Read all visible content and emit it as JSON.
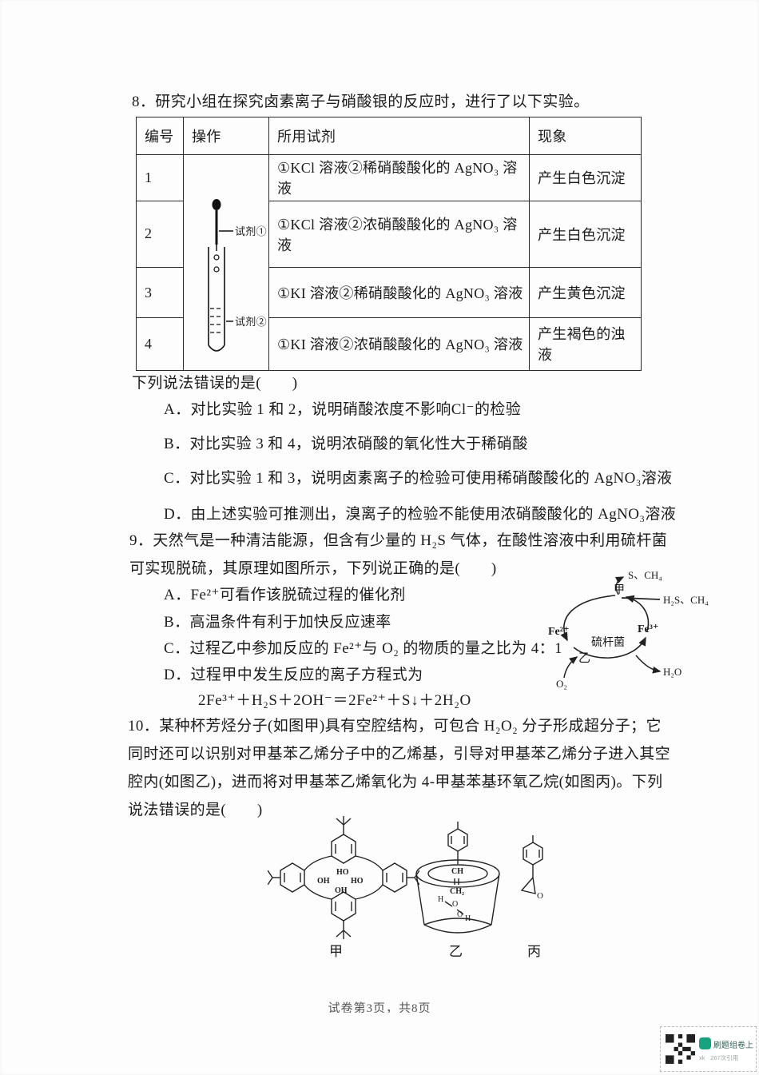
{
  "q8": {
    "title": "8．研究小组在探究卤素离子与硝酸银的反应时，进行了以下实验。",
    "table": {
      "headers": [
        "编号",
        "操作",
        "所用试剂",
        "现象"
      ],
      "rows": [
        {
          "id": "1",
          "reagents": "①KCl 溶液②稀硝酸酸化的 AgNO₃ 溶液",
          "phenomenon": "产生白色沉淀"
        },
        {
          "id": "2",
          "reagents": "①KCl 溶液②浓硝酸酸化的 AgNO₃ 溶液",
          "phenomenon": "产生白色沉淀"
        },
        {
          "id": "3",
          "reagents": "①KI 溶液②稀硝酸酸化的 AgNO₃ 溶液",
          "phenomenon": "产生黄色沉淀"
        },
        {
          "id": "4",
          "reagents": "①KI 溶液②浓硝酸酸化的 AgNO₃ 溶液",
          "phenomenon": "产生褐色的浊液"
        }
      ],
      "apparatus": {
        "reagent1": "试剂①",
        "reagent2": "试剂②"
      }
    },
    "stem": "下列说法错误的是(　　)",
    "options": [
      "A．对比实验 1 和 2，说明硝酸浓度不影响Cl⁻的检验",
      "B．对比实验 3 和 4，说明浓硝酸的氧化性大于稀硝酸",
      "C．对比实验 1 和 3，说明卤素离子的检验可使用稀硝酸酸化的 AgNO₃溶液",
      "D．由上述实验可推测出，溴离子的检验不能使用浓硝酸酸化的 AgNO₃溶液"
    ]
  },
  "q9": {
    "stem_line1": "9．天然气是一种清洁能源，但含有少量的 H₂S 气体，在酸性溶液中利用硫杆菌",
    "stem_line2": "可实现脱硫，其原理如图所示，下列说正确的是(　　)",
    "options": [
      "A．Fe²⁺可看作该脱硫过程的催化剂",
      "B．高温条件有利于加快反应速率",
      "C．过程乙中参加反应的 Fe²⁺与 O₂ 的物质的量之比为 4：1",
      "D．过程甲中发生反应的离子方程式为"
    ],
    "equation": "2Fe³⁺＋H₂S＋2OH⁻＝2Fe²⁺＋S↓＋2H₂O",
    "diagram": {
      "center": "硫杆菌",
      "process_top": "甲",
      "process_bottom": "乙",
      "out_top": "S、CH₄",
      "in_right": "H₂S、CH₄",
      "left_node": "Fe²⁺",
      "right_node": "Fe³⁺",
      "in_bottom_left": "O₂",
      "out_bottom_right": "H₂O"
    }
  },
  "q10": {
    "stem_lines": [
      "10．某种杯芳烃分子(如图甲)具有空腔结构，可包合 H₂O₂ 分子形成超分子；它",
      "同时还可以识别对甲基苯乙烯分子中的乙烯基，引导对甲基苯乙烯分子进入其空",
      "腔内(如图乙)，进而将对甲基苯乙烯氧化为 4-甲基苯基环氧乙烷(如图丙)。下列",
      "说法错误的是(　　)"
    ],
    "figures": {
      "jia": {
        "label": "甲",
        "oh1": "HO",
        "oh2": "OH",
        "oh3": "HO",
        "oh4": "OH"
      },
      "yi": {
        "label": "乙",
        "vinyl_top": "CH",
        "vinyl_bottom": "CH₂",
        "h1": "H",
        "o1": "O",
        "o2": "O",
        "h2": "H"
      },
      "bing": {
        "label": "丙",
        "oxygen": "O"
      }
    }
  },
  "footer": {
    "page_info": "试卷第3页，共8页"
  },
  "watermark": {
    "line1": "刷题组卷上",
    "line2": "xk · 267次引用",
    "accent_color": "#17a37f"
  }
}
